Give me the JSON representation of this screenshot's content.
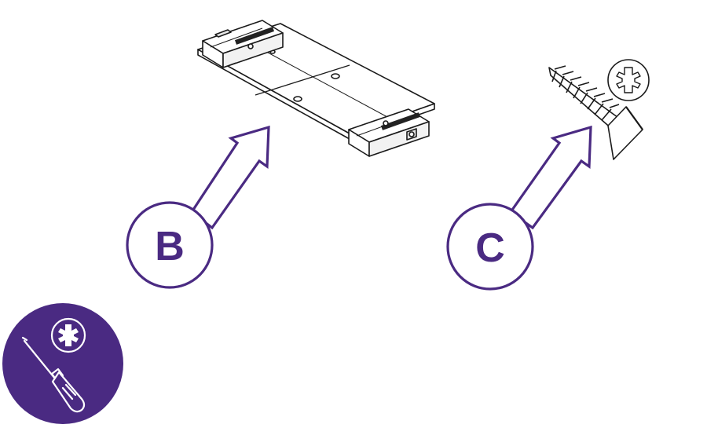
{
  "colors": {
    "accent": "#4a2a82",
    "line": "#1a1a1a",
    "background": "#ffffff"
  },
  "callouts": [
    {
      "label": "B",
      "target": "mounting-bracket"
    },
    {
      "label": "C",
      "target": "countersunk-screw"
    }
  ],
  "tool_badge": {
    "tool": "screwdriver-icon",
    "drive_type": "pozidriv-icon"
  },
  "screw": {
    "drive_type": "pozidriv-icon"
  }
}
